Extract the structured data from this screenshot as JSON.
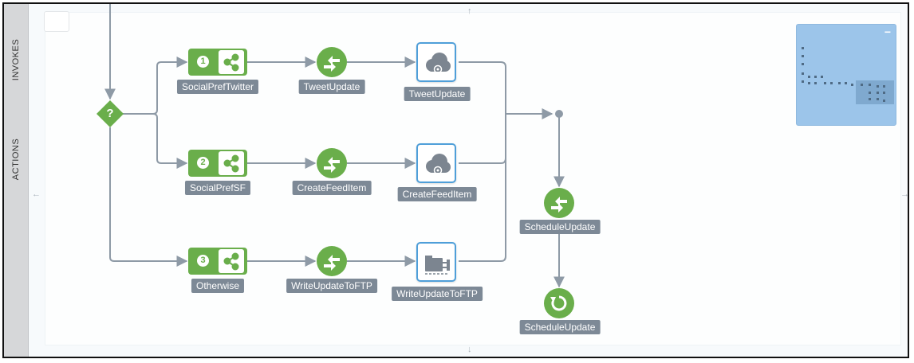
{
  "sidebar": {
    "invokes_label": "INVOKES",
    "actions_label": "ACTIONS"
  },
  "canvas": {
    "arrows": {
      "up": "↑",
      "down": "↓",
      "left": "←",
      "right": "→"
    }
  },
  "switch": {
    "label": "?"
  },
  "routes": [
    {
      "number": "1",
      "label": "SocialPrefTwitter"
    },
    {
      "number": "2",
      "label": "SocialPrefSF"
    },
    {
      "number": "3",
      "label": "Otherwise"
    }
  ],
  "maps": [
    {
      "label": "TweetUpdate"
    },
    {
      "label": "CreateFeedItem"
    },
    {
      "label": "WriteUpdateToFTP"
    }
  ],
  "invokes": [
    {
      "label": "TweetUpdate",
      "icon": "cloud-connector-icon"
    },
    {
      "label": "CreateFeedItem",
      "icon": "cloud-connector-icon"
    },
    {
      "label": "WriteUpdateToFTP",
      "icon": "ftp-connector-icon"
    }
  ],
  "merge": {
    "map_label": "ScheduleUpdate",
    "invoke_label": "ScheduleUpdate"
  },
  "minimap": {
    "close_label": "−"
  },
  "colors": {
    "node_green": "#6aae4b",
    "connector": "#8e9aa6",
    "adapter_border": "#4f9fd9",
    "label_bg": "#7d8996"
  }
}
